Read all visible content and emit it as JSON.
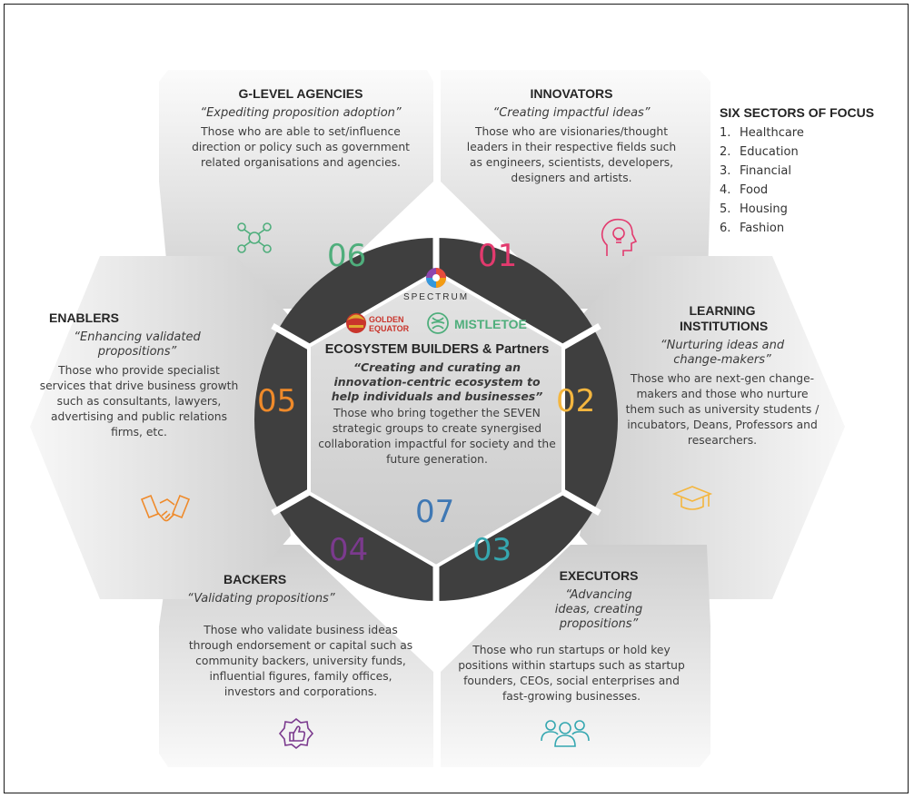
{
  "center": {
    "logo_spectrum": "SPECTRUM",
    "logo_golden": "GOLDEN",
    "logo_equator": "EQUATOR",
    "logo_mistletoe": "MISTLETOE",
    "title": "ECOSYSTEM BUILDERS & Partners",
    "tagline": "“Creating and curating an innovation-centric ecosystem to help individuals and businesses”",
    "description": "Those who bring together the SEVEN strategic groups to create synergised collaboration impactful for society and the future generation.",
    "number": "07"
  },
  "ring_numbers": {
    "n01": "01",
    "n02": "02",
    "n03": "03",
    "n04": "04",
    "n05": "05",
    "n06": "06"
  },
  "groups": {
    "g06": {
      "title": "G-LEVEL AGENCIES",
      "tagline": "“Expediting proposition adoption”",
      "description": "Those who are able to set/influence direction or policy such as government related organisations and agencies.",
      "icon": "network-icon"
    },
    "g01": {
      "title": "INNOVATORS",
      "tagline": "“Creating impactful ideas”",
      "description": "Those who are visionaries/thought leaders in their respective fields such as engineers, scientists, developers, designers and artists.",
      "icon": "head-lightbulb-icon"
    },
    "g02": {
      "title": "LEARNING INSTITUTIONS",
      "tagline": "“Nurturing ideas and change-makers”",
      "description": "Those who are next-gen change-makers and those who nurture them such as university students / incubators, Deans, Professors and researchers.",
      "icon": "graduation-cap-icon"
    },
    "g03": {
      "title": "EXECUTORS",
      "tagline": "“Advancing ideas, creating propositions”",
      "description": "Those who run startups or hold key positions within startups such as startup founders, CEOs, social enterprises and fast-growing businesses.",
      "icon": "team-icon"
    },
    "g04": {
      "title": "BACKERS",
      "tagline": "“Validating propositions”",
      "description": "Those who validate business ideas through endorsement or capital such as community backers, university funds, influential figures, family offices, investors and corporations.",
      "icon": "thumbs-up-badge-icon"
    },
    "g05": {
      "title": "ENABLERS",
      "tagline": "“Enhancing validated propositions”",
      "description": "Those who provide specialist services that drive business growth such as consultants, lawyers, advertising and public relations firms, etc.",
      "icon": "handshake-icon"
    }
  },
  "sectors": {
    "heading": "SIX SECTORS OF FOCUS",
    "items": [
      {
        "n": "1.",
        "label": "Healthcare"
      },
      {
        "n": "2.",
        "label": "Education"
      },
      {
        "n": "3.",
        "label": "Financial"
      },
      {
        "n": "4.",
        "label": "Food"
      },
      {
        "n": "5.",
        "label": "Housing"
      },
      {
        "n": "6.",
        "label": "Fashion"
      }
    ]
  },
  "colors": {
    "ring": "#3f3f3f",
    "hex_light": "#ececec",
    "hex_shade": "#c8c8c8",
    "center_fill": "#dadada",
    "c01": "#e23a6e",
    "c02": "#f4b63f",
    "c03": "#35a7b0",
    "c04": "#7b3a8e",
    "c05": "#ef8a2a",
    "c06": "#4fae7c",
    "c07": "#3f78b4"
  }
}
